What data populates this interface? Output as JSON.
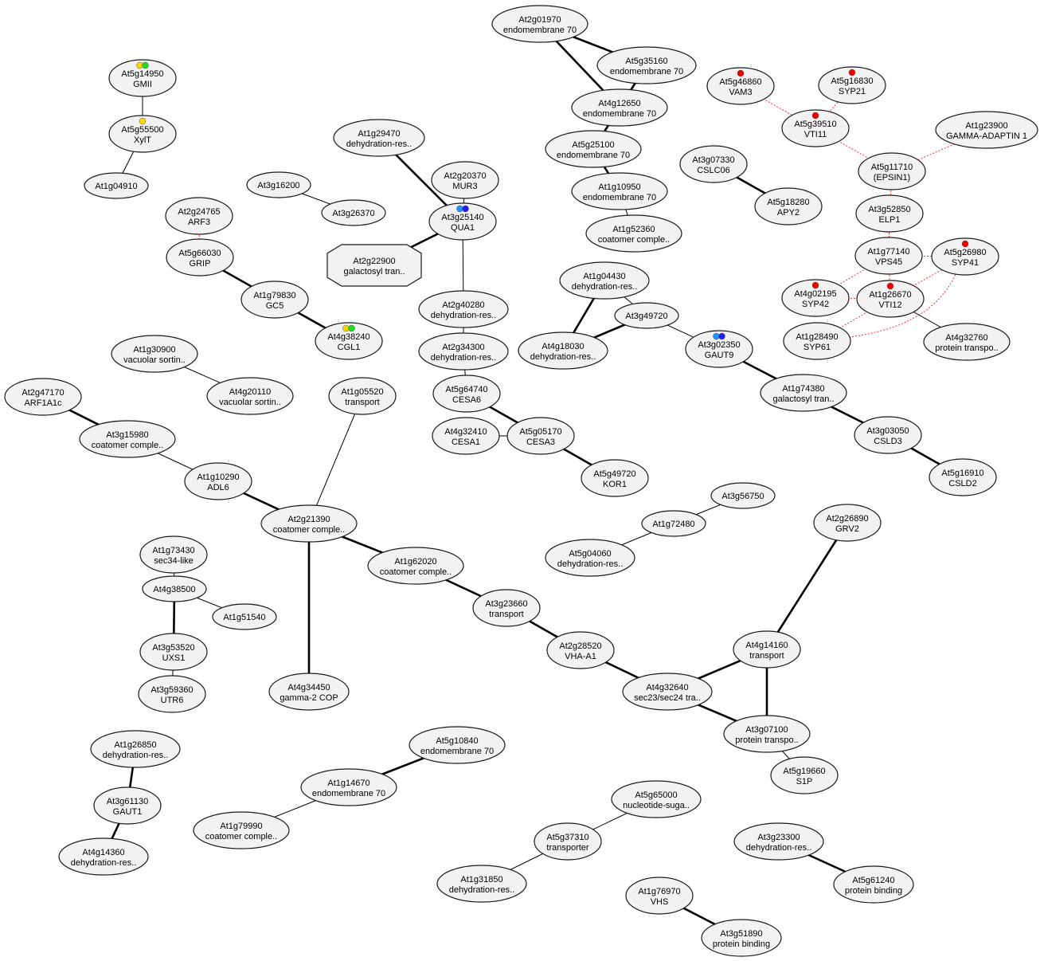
{
  "nodes": [
    {
      "id": "n1",
      "gene": "At2g01970",
      "desc": "endomembrane 70"
    },
    {
      "id": "n2",
      "gene": "At5g35160",
      "desc": "endomembrane 70"
    },
    {
      "id": "n3",
      "gene": "At4g12650",
      "desc": "endomembrane 70"
    },
    {
      "id": "n4",
      "gene": "At5g25100",
      "desc": "endomembrane 70"
    },
    {
      "id": "n5",
      "gene": "At1g10950",
      "desc": "endomembrane 70"
    },
    {
      "id": "n6",
      "gene": "At1g52360",
      "desc": "coatomer comple.."
    },
    {
      "id": "n7",
      "gene": "At5g14950",
      "desc": "GMII",
      "markers": [
        "#ffd700",
        "#22dd22"
      ]
    },
    {
      "id": "n8",
      "gene": "At5g55500",
      "desc": "XylT",
      "markers": [
        "#ffd700"
      ]
    },
    {
      "id": "n9",
      "gene": "At1g04910",
      "desc": ""
    },
    {
      "id": "n10",
      "gene": "At3g16200",
      "desc": ""
    },
    {
      "id": "n11",
      "gene": "At3g26370",
      "desc": ""
    },
    {
      "id": "n12",
      "gene": "At2g24765",
      "desc": "ARF3"
    },
    {
      "id": "n13",
      "gene": "At5g66030",
      "desc": "GRIP"
    },
    {
      "id": "n14",
      "gene": "At1g79830",
      "desc": "GC5"
    },
    {
      "id": "n15",
      "gene": "At4g38240",
      "desc": "CGL1",
      "markers": [
        "#ffd700",
        "#22dd22"
      ]
    },
    {
      "id": "n16",
      "gene": "At1g29470",
      "desc": "dehydration-res.."
    },
    {
      "id": "n17",
      "gene": "At2g20370",
      "desc": "MUR3"
    },
    {
      "id": "n18",
      "gene": "At3g25140",
      "desc": "QUA1",
      "markers": [
        "#1e90ff",
        "#2020ff"
      ]
    },
    {
      "id": "n19",
      "gene": "At2g22900",
      "desc": "galactosyl tran..",
      "shape": "octagon"
    },
    {
      "id": "n20",
      "gene": "At2g40280",
      "desc": "dehydration-res.."
    },
    {
      "id": "n21",
      "gene": "At2g34300",
      "desc": "dehydration-res.."
    },
    {
      "id": "n22",
      "gene": "At5g64740",
      "desc": "CESA6"
    },
    {
      "id": "n23",
      "gene": "At4g32410",
      "desc": "CESA1"
    },
    {
      "id": "n24",
      "gene": "At5g05170",
      "desc": "CESA3"
    },
    {
      "id": "n25",
      "gene": "At5g49720",
      "desc": "KOR1"
    },
    {
      "id": "n26",
      "gene": "At1g30900",
      "desc": "vacuolar sortin.."
    },
    {
      "id": "n27",
      "gene": "At4g20110",
      "desc": "vacuolar sortin.."
    },
    {
      "id": "n28",
      "gene": "At1g05520",
      "desc": "transport"
    },
    {
      "id": "n29",
      "gene": "At2g47170",
      "desc": "ARF1A1c"
    },
    {
      "id": "n30",
      "gene": "At3g15980",
      "desc": "coatomer comple.."
    },
    {
      "id": "n31",
      "gene": "At1g10290",
      "desc": "ADL6"
    },
    {
      "id": "n32",
      "gene": "At2g21390",
      "desc": "coatomer comple.."
    },
    {
      "id": "n33",
      "gene": "At1g62020",
      "desc": "coatomer comple.."
    },
    {
      "id": "n34",
      "gene": "At3g23660",
      "desc": "transport"
    },
    {
      "id": "n35",
      "gene": "At2g28520",
      "desc": "VHA-A1"
    },
    {
      "id": "n36",
      "gene": "At4g32640",
      "desc": "sec23/sec24 tra.."
    },
    {
      "id": "n37",
      "gene": "At4g14160",
      "desc": "transport"
    },
    {
      "id": "n38",
      "gene": "At3g07100",
      "desc": "protein transpo.."
    },
    {
      "id": "n39",
      "gene": "At5g19660",
      "desc": "S1P"
    },
    {
      "id": "n40",
      "gene": "At2g26890",
      "desc": "GRV2"
    },
    {
      "id": "n41",
      "gene": "At4g34450",
      "desc": "gamma-2 COP"
    },
    {
      "id": "n42",
      "gene": "At1g73430",
      "desc": "sec34-like"
    },
    {
      "id": "n43",
      "gene": "At4g38500",
      "desc": ""
    },
    {
      "id": "n44",
      "gene": "At1g51540",
      "desc": ""
    },
    {
      "id": "n45",
      "gene": "At3g53520",
      "desc": "UXS1"
    },
    {
      "id": "n46",
      "gene": "At3g59360",
      "desc": "UTR6"
    },
    {
      "id": "n47",
      "gene": "At1g26850",
      "desc": "dehydration-res.."
    },
    {
      "id": "n48",
      "gene": "At3g61130",
      "desc": "GAUT1"
    },
    {
      "id": "n49",
      "gene": "At4g14360",
      "desc": "dehydration-res.."
    },
    {
      "id": "n50",
      "gene": "At5g10840",
      "desc": "endomembrane 70"
    },
    {
      "id": "n51",
      "gene": "At1g14670",
      "desc": "endomembrane 70"
    },
    {
      "id": "n52",
      "gene": "At1g79990",
      "desc": "coatomer comple.."
    },
    {
      "id": "n53",
      "gene": "At5g65000",
      "desc": "nucleotide-suga.."
    },
    {
      "id": "n54",
      "gene": "At5g37310",
      "desc": "transporter"
    },
    {
      "id": "n55",
      "gene": "At1g31850",
      "desc": "dehydration-res.."
    },
    {
      "id": "n56",
      "gene": "At1g76970",
      "desc": "VHS"
    },
    {
      "id": "n57",
      "gene": "At3g51890",
      "desc": "protein binding"
    },
    {
      "id": "n58",
      "gene": "At3g23300",
      "desc": "dehydration-res.."
    },
    {
      "id": "n59",
      "gene": "At5g61240",
      "desc": "protein binding"
    },
    {
      "id": "n60",
      "gene": "At3g56750",
      "desc": ""
    },
    {
      "id": "n61",
      "gene": "At1g72480",
      "desc": ""
    },
    {
      "id": "n62",
      "gene": "At5g04060",
      "desc": "dehydration-res.."
    },
    {
      "id": "n63",
      "gene": "At1g04430",
      "desc": "dehydration-res.."
    },
    {
      "id": "n64",
      "gene": "At3g49720",
      "desc": ""
    },
    {
      "id": "n65",
      "gene": "At4g18030",
      "desc": "dehydration-res.."
    },
    {
      "id": "n66",
      "gene": "At3g02350",
      "desc": "GAUT9",
      "markers": [
        "#1e90ff",
        "#2020ff"
      ]
    },
    {
      "id": "n67",
      "gene": "At1g74380",
      "desc": "galactosyl tran.."
    },
    {
      "id": "n68",
      "gene": "At3g03050",
      "desc": "CSLD3"
    },
    {
      "id": "n69",
      "gene": "At5g16910",
      "desc": "CSLD2"
    },
    {
      "id": "n70",
      "gene": "At3g07330",
      "desc": "CSLC06"
    },
    {
      "id": "n71",
      "gene": "At5g18280",
      "desc": "APY2"
    },
    {
      "id": "n72",
      "gene": "At5g46860",
      "desc": "VAM3",
      "markers": [
        "#ee0000"
      ]
    },
    {
      "id": "n73",
      "gene": "At5g16830",
      "desc": "SYP21",
      "markers": [
        "#ee0000"
      ]
    },
    {
      "id": "n74",
      "gene": "At5g39510",
      "desc": "VTI11",
      "markers": [
        "#ee0000"
      ]
    },
    {
      "id": "n75",
      "gene": "At1g23900",
      "desc": "GAMMA-ADAPTIN 1"
    },
    {
      "id": "n76",
      "gene": "At5g11710",
      "desc": "(EPSIN1)"
    },
    {
      "id": "n77",
      "gene": "At3g52850",
      "desc": "ELP1"
    },
    {
      "id": "n78",
      "gene": "At1g77140",
      "desc": "VPS45"
    },
    {
      "id": "n79",
      "gene": "At5g26980",
      "desc": "SYP41",
      "markers": [
        "#ee0000"
      ]
    },
    {
      "id": "n80",
      "gene": "At4g02195",
      "desc": "SYP42",
      "markers": [
        "#ee0000"
      ]
    },
    {
      "id": "n81",
      "gene": "At1g26670",
      "desc": "VTI12",
      "markers": [
        "#ee0000"
      ]
    },
    {
      "id": "n82",
      "gene": "At1g28490",
      "desc": "SYP61"
    },
    {
      "id": "n83",
      "gene": "At4g32760",
      "desc": "protein transpo.."
    }
  ],
  "edges": [
    [
      "n1",
      "n2",
      "thick"
    ],
    [
      "n1",
      "n3",
      "thick"
    ],
    [
      "n2",
      "n3",
      "thick"
    ],
    [
      "n3",
      "n4",
      "thick"
    ],
    [
      "n4",
      "n5",
      "thick"
    ],
    [
      "n5",
      "n6",
      "thin"
    ],
    [
      "n7",
      "n8",
      "thin"
    ],
    [
      "n8",
      "n9",
      "thin"
    ],
    [
      "n10",
      "n11",
      "thin"
    ],
    [
      "n12",
      "n13",
      "dotted"
    ],
    [
      "n13",
      "n14",
      "thick"
    ],
    [
      "n14",
      "n15",
      "thick"
    ],
    [
      "n16",
      "n18",
      "thick"
    ],
    [
      "n17",
      "n18",
      "thin"
    ],
    [
      "n18",
      "n19",
      "thick"
    ],
    [
      "n18",
      "n20",
      "thin"
    ],
    [
      "n20",
      "n21",
      "thin"
    ],
    [
      "n21",
      "n22",
      "thin"
    ],
    [
      "n22",
      "n24",
      "thick"
    ],
    [
      "n23",
      "n24",
      "thin"
    ],
    [
      "n24",
      "n25",
      "thick"
    ],
    [
      "n26",
      "n27",
      "thin"
    ],
    [
      "n28",
      "n32",
      "thin"
    ],
    [
      "n29",
      "n30",
      "thick"
    ],
    [
      "n30",
      "n31",
      "thin"
    ],
    [
      "n31",
      "n32",
      "thick"
    ],
    [
      "n32",
      "n33",
      "thick"
    ],
    [
      "n32",
      "n41",
      "thick"
    ],
    [
      "n33",
      "n34",
      "thick"
    ],
    [
      "n34",
      "n35",
      "thick"
    ],
    [
      "n35",
      "n36",
      "thick"
    ],
    [
      "n36",
      "n37",
      "thick"
    ],
    [
      "n36",
      "n38",
      "thick"
    ],
    [
      "n37",
      "n38",
      "thick"
    ],
    [
      "n37",
      "n40",
      "thick"
    ],
    [
      "n38",
      "n39",
      "thin"
    ],
    [
      "n42",
      "n43",
      "thin"
    ],
    [
      "n43",
      "n44",
      "thin"
    ],
    [
      "n43",
      "n45",
      "thick"
    ],
    [
      "n45",
      "n46",
      "thin"
    ],
    [
      "n47",
      "n48",
      "thick"
    ],
    [
      "n48",
      "n49",
      "thick"
    ],
    [
      "n50",
      "n51",
      "thick"
    ],
    [
      "n51",
      "n52",
      "thin"
    ],
    [
      "n53",
      "n54",
      "thin"
    ],
    [
      "n54",
      "n55",
      "thin"
    ],
    [
      "n56",
      "n57",
      "thick"
    ],
    [
      "n58",
      "n59",
      "thick"
    ],
    [
      "n60",
      "n61",
      "thin"
    ],
    [
      "n61",
      "n62",
      "thin"
    ],
    [
      "n63",
      "n65",
      "thick"
    ],
    [
      "n63",
      "n64",
      "thin"
    ],
    [
      "n64",
      "n65",
      "thick"
    ],
    [
      "n64",
      "n66",
      "thin"
    ],
    [
      "n66",
      "n67",
      "thick"
    ],
    [
      "n67",
      "n68",
      "thick"
    ],
    [
      "n68",
      "n69",
      "thick"
    ],
    [
      "n70",
      "n71",
      "thick"
    ],
    [
      "n72",
      "n74",
      "dotted"
    ],
    [
      "n73",
      "n74",
      "dotted"
    ],
    [
      "n74",
      "n76",
      "dotted"
    ],
    [
      "n75",
      "n76",
      "dotted"
    ],
    [
      "n76",
      "n77",
      "dotted"
    ],
    [
      "n77",
      "n78",
      "dotted"
    ],
    [
      "n78",
      "n79",
      "dotted"
    ],
    [
      "n78",
      "n80",
      "dotted"
    ],
    [
      "n78",
      "n81",
      "dotted"
    ],
    [
      "n80",
      "n81",
      "dotted"
    ],
    [
      "n81",
      "n79",
      "dotted"
    ],
    [
      "n81",
      "n82",
      "dotted"
    ],
    [
      "n82",
      "n79",
      "dotted"
    ],
    [
      "n81",
      "n83",
      "thin"
    ]
  ]
}
